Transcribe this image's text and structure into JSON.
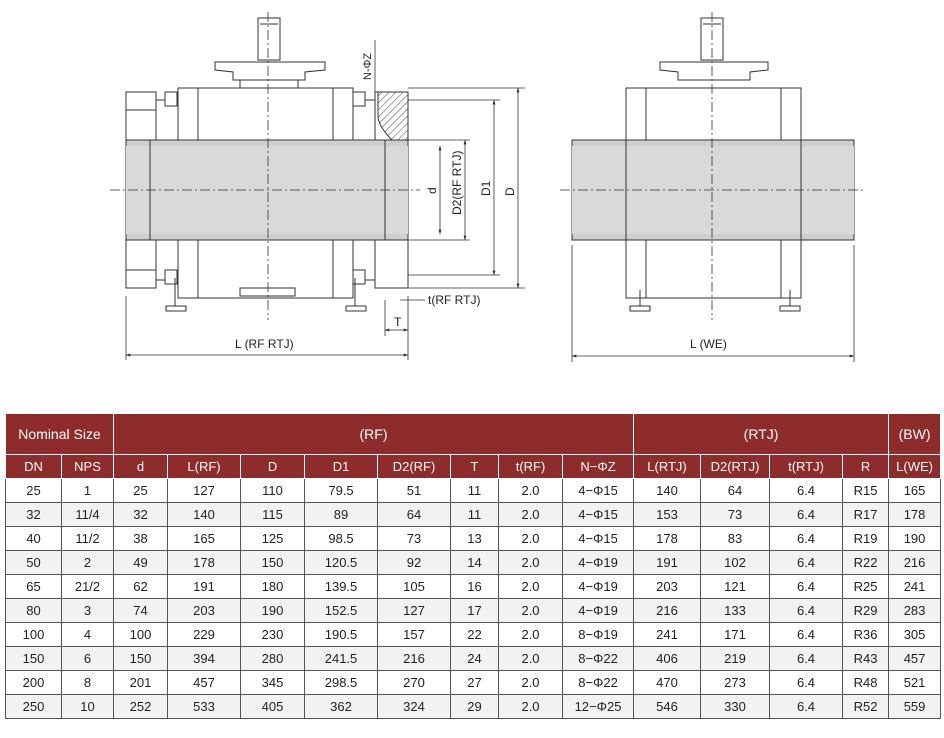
{
  "drawing": {
    "labels": {
      "n_phi_z": "N-ΦZ",
      "d": "d",
      "d2": "D2(RF RTJ)",
      "d1": "D1",
      "D": "D",
      "t": "t(RF RTJ)",
      "T": "T",
      "l_rf_rtj": "L (RF RTJ)",
      "l_we": "L (WE)"
    }
  },
  "table": {
    "group_headers": {
      "nominal_size": "Nominal Size",
      "rf": "(RF)",
      "rtj": "(RTJ)",
      "bw": "(BW)"
    },
    "columns": [
      "DN",
      "NPS",
      "d",
      "L(RF)",
      "D",
      "D1",
      "D2(RF)",
      "T",
      "t(RF)",
      "N−ΦZ",
      "L(RTJ)",
      "D2(RTJ)",
      "t(RTJ)",
      "R",
      "L(WE)"
    ],
    "rows": [
      [
        "25",
        "1",
        "25",
        "127",
        "110",
        "79.5",
        "51",
        "11",
        "2.0",
        "4−Φ15",
        "140",
        "64",
        "6.4",
        "R15",
        "165"
      ],
      [
        "32",
        "11/4",
        "32",
        "140",
        "115",
        "89",
        "64",
        "11",
        "2.0",
        "4−Φ15",
        "153",
        "73",
        "6.4",
        "R17",
        "178"
      ],
      [
        "40",
        "11/2",
        "38",
        "165",
        "125",
        "98.5",
        "73",
        "13",
        "2.0",
        "4−Φ15",
        "178",
        "83",
        "6.4",
        "R19",
        "190"
      ],
      [
        "50",
        "2",
        "49",
        "178",
        "150",
        "120.5",
        "92",
        "14",
        "2.0",
        "4−Φ19",
        "191",
        "102",
        "6.4",
        "R22",
        "216"
      ],
      [
        "65",
        "21/2",
        "62",
        "191",
        "180",
        "139.5",
        "105",
        "16",
        "2.0",
        "4−Φ19",
        "203",
        "121",
        "6.4",
        "R25",
        "241"
      ],
      [
        "80",
        "3",
        "74",
        "203",
        "190",
        "152.5",
        "127",
        "17",
        "2.0",
        "4−Φ19",
        "216",
        "133",
        "6.4",
        "R29",
        "283"
      ],
      [
        "100",
        "4",
        "100",
        "229",
        "230",
        "190.5",
        "157",
        "22",
        "2.0",
        "8−Φ19",
        "241",
        "171",
        "6.4",
        "R36",
        "305"
      ],
      [
        "150",
        "6",
        "150",
        "394",
        "280",
        "241.5",
        "216",
        "24",
        "2.0",
        "8−Φ22",
        "406",
        "219",
        "6.4",
        "R43",
        "457"
      ],
      [
        "200",
        "8",
        "201",
        "457",
        "345",
        "298.5",
        "270",
        "27",
        "2.0",
        "8−Φ22",
        "470",
        "273",
        "6.4",
        "R48",
        "521"
      ],
      [
        "250",
        "10",
        "252",
        "533",
        "405",
        "362",
        "324",
        "29",
        "2.0",
        "12−Φ25",
        "546",
        "330",
        "6.4",
        "R52",
        "559"
      ]
    ]
  }
}
